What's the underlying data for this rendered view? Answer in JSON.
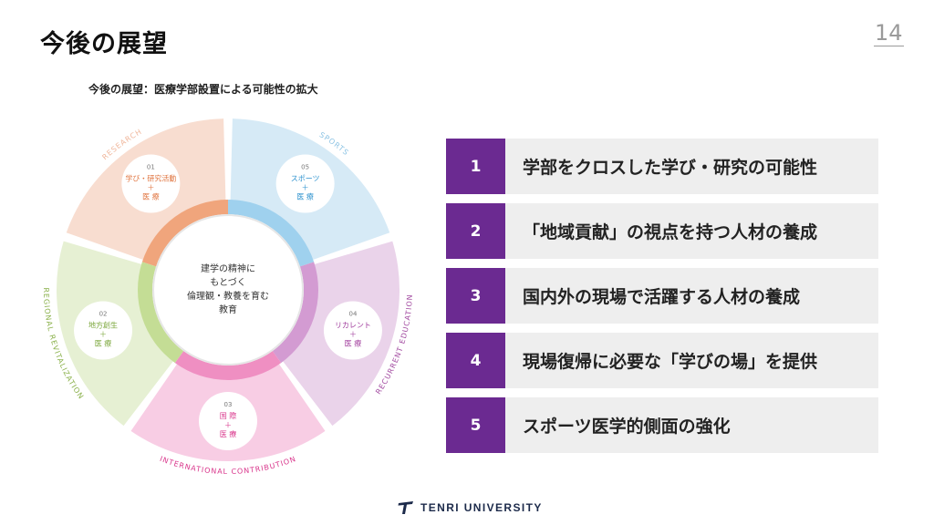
{
  "header": {
    "title": "今後の展望",
    "page_number": "14"
  },
  "subtitle": "今後の展望：医療学部設置による可能性の拡大",
  "wheel": {
    "center": [
      "建学の精神に",
      "もとづく",
      "倫理観・教養を育む",
      "教育"
    ],
    "segments": [
      {
        "arc_label": "RESEARCH",
        "number": "01",
        "lines": [
          "学び・研究活動",
          "＋",
          "医 療"
        ],
        "outer_color": "#f8ddd0",
        "inner_color": "#f0a57c",
        "text_color": "#e0743f",
        "arc_color": "#f0b79c"
      },
      {
        "arc_label": "SPORTS",
        "number": "05",
        "lines": [
          "スポーツ",
          "＋",
          "医 療"
        ],
        "outer_color": "#d6eaf6",
        "inner_color": "#9fd1ee",
        "text_color": "#2f93cf",
        "arc_color": "#8ec4e4"
      },
      {
        "arc_label": "RECURRENT EDUCATION",
        "number": "04",
        "lines": [
          "リカレント",
          "＋",
          "医 療"
        ],
        "outer_color": "#ead3ea",
        "inner_color": "#d39bd2",
        "text_color": "#a03c9c",
        "arc_color": "#a24aa0"
      },
      {
        "arc_label": "INTERNATIONAL CONTRIBUTION",
        "number": "03",
        "lines": [
          "国 際",
          "＋",
          "医 療"
        ],
        "outer_color": "#f8cde4",
        "inner_color": "#ef8fc2",
        "text_color": "#d9378c",
        "arc_color": "#d9378c"
      },
      {
        "arc_label": "REGIONAL REVITALIZATION",
        "number": "02",
        "lines": [
          "地方創生",
          "＋",
          "医 療"
        ],
        "outer_color": "#e6f0d3",
        "inner_color": "#c4dd95",
        "text_color": "#7aa63a",
        "arc_color": "#89b049"
      }
    ]
  },
  "items": [
    {
      "number": "1",
      "label": "学部をクロスした学び・研究の可能性"
    },
    {
      "number": "2",
      "label": "「地域貢献」の視点を持つ人材の養成"
    },
    {
      "number": "3",
      "label": "国内外の現場で活躍する人材の養成"
    },
    {
      "number": "4",
      "label": "現場復帰に必要な「学びの場」を提供"
    },
    {
      "number": "5",
      "label": "スポーツ医学的側面の強化"
    }
  ],
  "footer": {
    "brand": "TENRI UNIVERSITY"
  },
  "colors": {
    "accent": "#6b2a91",
    "item_bg": "#eeeeee",
    "brand": "#1c2a4a"
  }
}
